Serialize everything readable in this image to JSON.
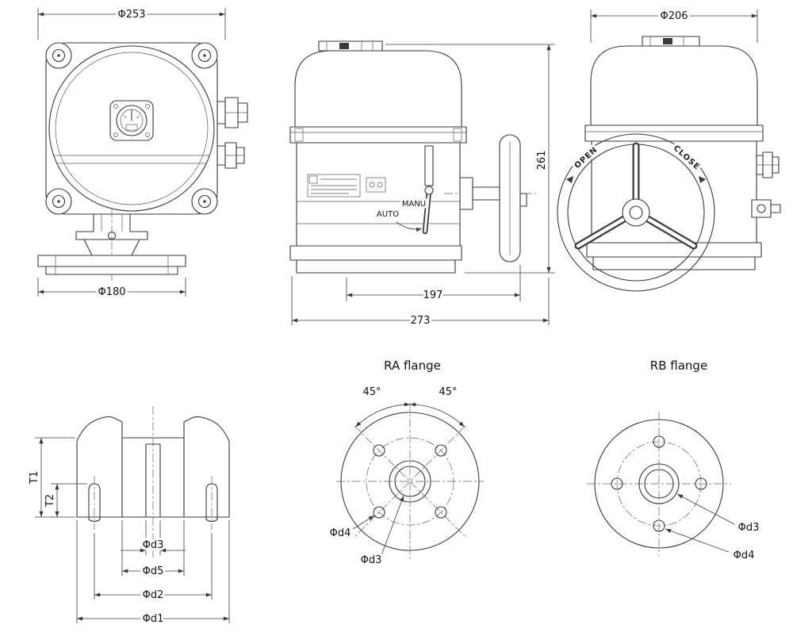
{
  "page": {
    "background": "#ffffff",
    "line_color": "#3a3a3a"
  },
  "views": {
    "front": {
      "dim_top_diameter": "Φ253",
      "dim_base_diameter": "Φ180"
    },
    "side": {
      "dim_height": "261",
      "dim_depth_body": "197",
      "dim_depth_total": "273",
      "label_manual": "MANU",
      "label_auto": "AUTO"
    },
    "rear": {
      "dim_top_diameter": "Φ206",
      "label_open": "OPEN",
      "label_close": "CLOSE"
    },
    "section": {
      "dim_t1": "T1",
      "dim_t2": "T2",
      "dim_bore": "Φd3",
      "dim_bush": "Φd5",
      "dim_spigot": "Φd2",
      "dim_flange": "Φd1"
    },
    "ra_flange": {
      "title": "RA flange",
      "dim_angle_left": "45°",
      "dim_angle_right": "45°",
      "dim_bolt_hole": "Φd4",
      "dim_center": "Φd3"
    },
    "rb_flange": {
      "title": "RB flange",
      "dim_center": "Φd3",
      "dim_bolt_hole": "Φd4"
    }
  }
}
